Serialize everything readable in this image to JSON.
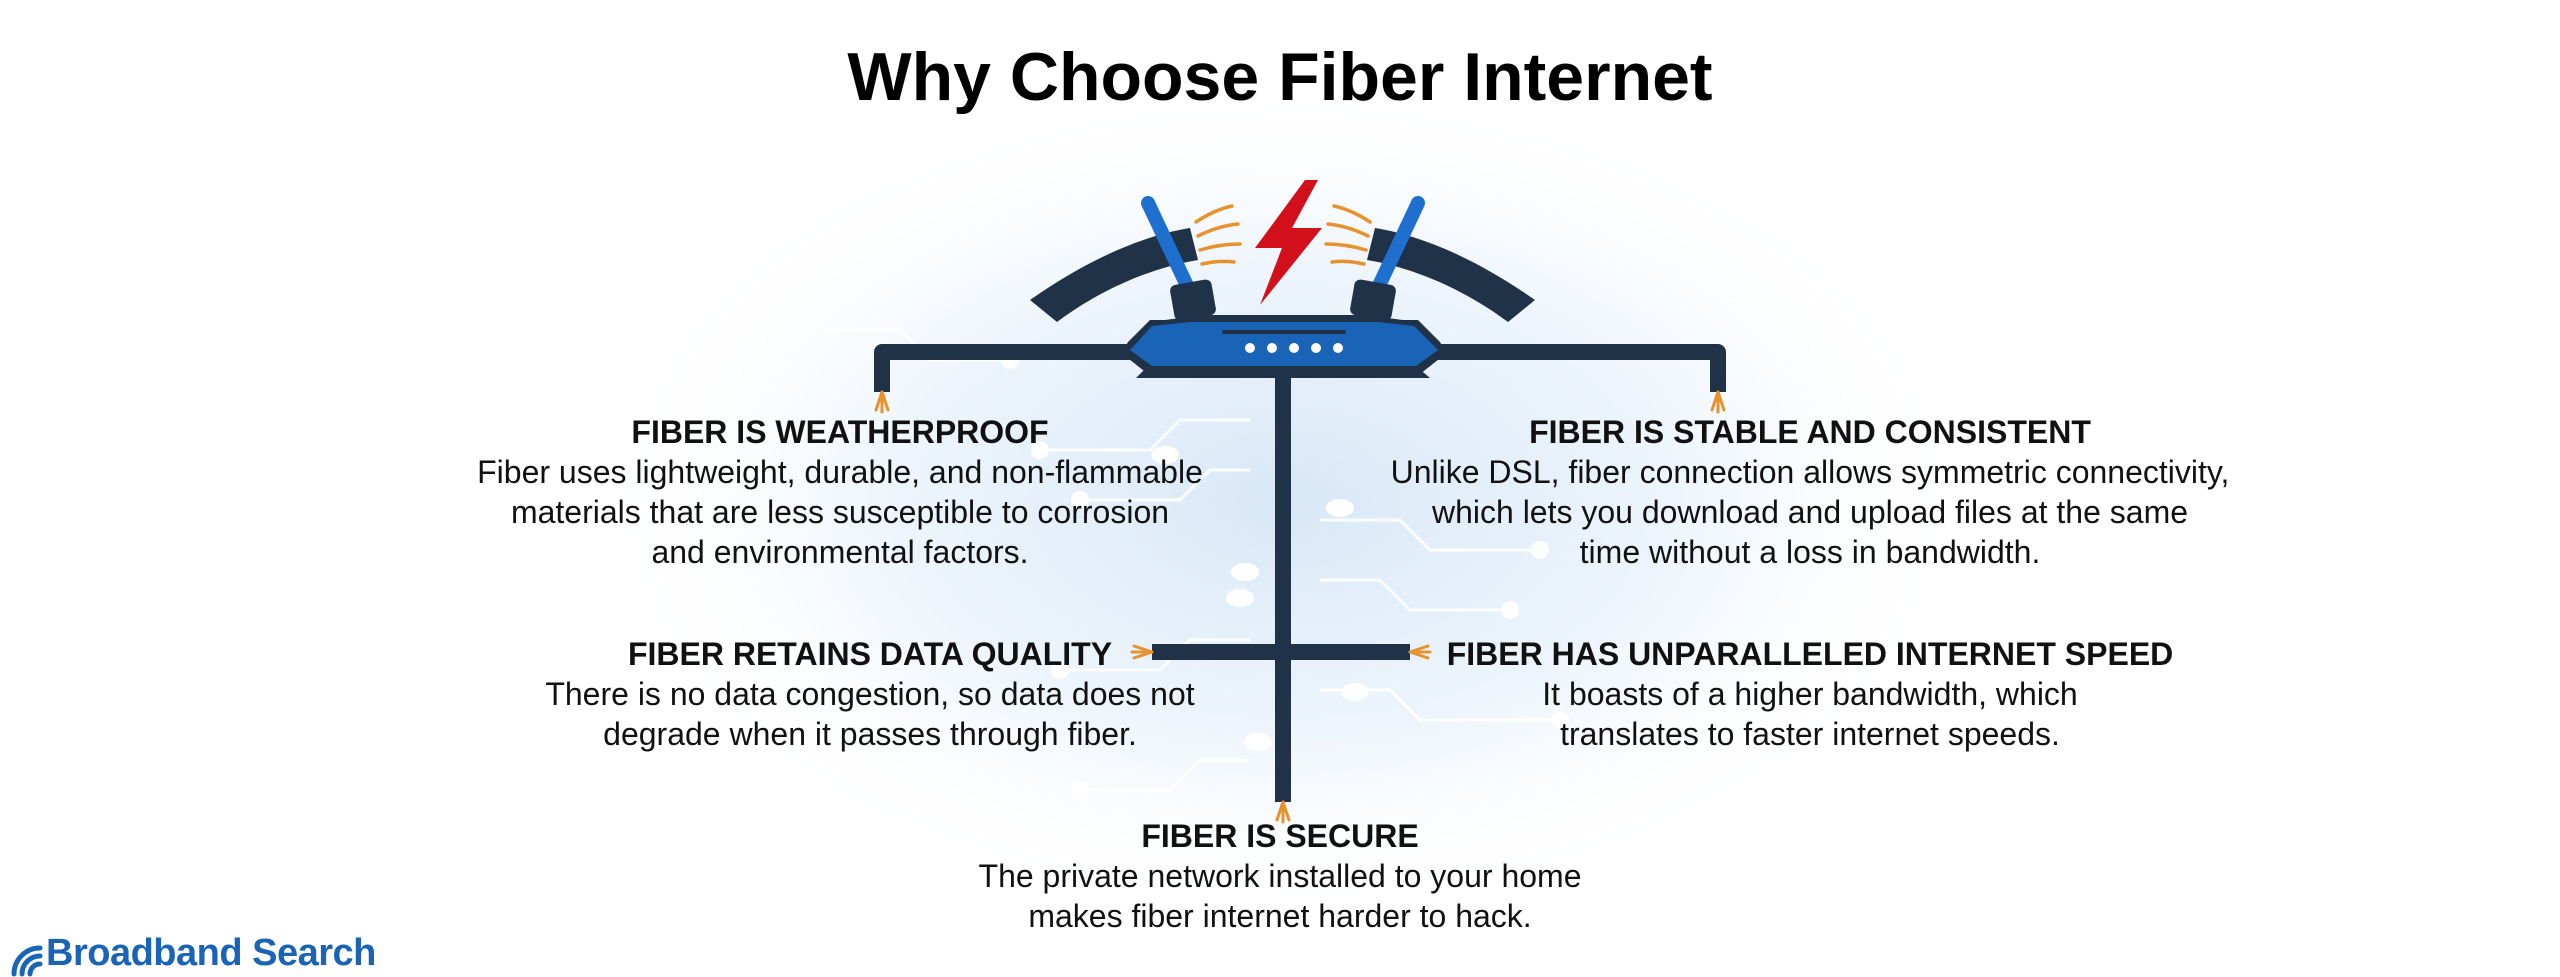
{
  "title": "Why Choose Fiber Internet",
  "blocks": {
    "weatherproof": {
      "heading": "FIBER IS WEATHERPROOF",
      "lines": [
        "Fiber uses lightweight, durable, and non-flammable",
        "materials that are less susceptible to corrosion",
        "and environmental factors."
      ]
    },
    "stable": {
      "heading": "FIBER IS STABLE AND CONSISTENT",
      "lines": [
        "Unlike DSL, fiber connection allows symmetric connectivity,",
        "which lets you download and upload files at the same",
        "time without a loss in bandwidth."
      ]
    },
    "quality": {
      "heading": "FIBER RETAINS DATA QUALITY",
      "lines": [
        "There is no data congestion, so data does not",
        "degrade when it passes through fiber."
      ]
    },
    "speed": {
      "heading": "FIBER HAS UNPARALLELED INTERNET SPEED",
      "lines": [
        "It boasts of a higher bandwidth, which",
        "translates to faster internet speeds."
      ]
    },
    "secure": {
      "heading": "FIBER IS SECURE",
      "lines": [
        "The private network installed to your home",
        "makes fiber internet harder to hack."
      ]
    }
  },
  "brand": {
    "name": "Broadband Search",
    "logo_icon": "wifi-signal-icon"
  },
  "colors": {
    "cable": "#1f3247",
    "router_body": "#1a64b8",
    "antenna_blue": "#1f6fce",
    "bolt": "#d1101c",
    "fiber_tips": "#e6922e",
    "brand": "#1a64b8",
    "background_glow": "#dce9f7"
  }
}
